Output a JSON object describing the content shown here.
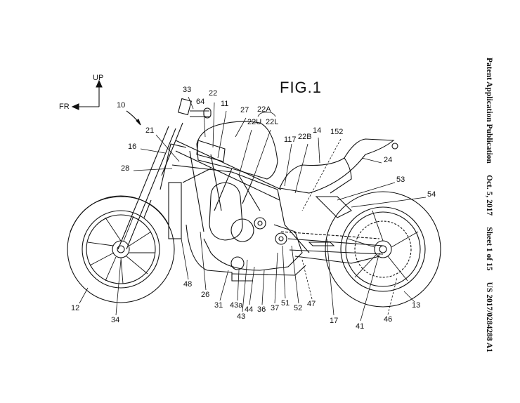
{
  "header": {
    "publication": "Patent Application Publication",
    "date": "Oct. 5, 2017",
    "sheet": "Sheet 1 of 15",
    "number": "US 2017/0284288 A1"
  },
  "figure": {
    "title": "FIG.1",
    "direction_up": "UP",
    "direction_front": "FR",
    "reference_numerals": [
      "10",
      "33",
      "22",
      "64",
      "11",
      "27",
      "22A",
      "22U",
      "22L",
      "21",
      "16",
      "117",
      "22B",
      "14",
      "152",
      "24",
      "28",
      "53",
      "54",
      "48",
      "26",
      "31",
      "43a",
      "43",
      "44",
      "36",
      "37",
      "51",
      "52",
      "47",
      "17",
      "41",
      "46",
      "12",
      "34",
      "13"
    ]
  },
  "colors": {
    "ink": "#111111",
    "background": "#ffffff"
  }
}
